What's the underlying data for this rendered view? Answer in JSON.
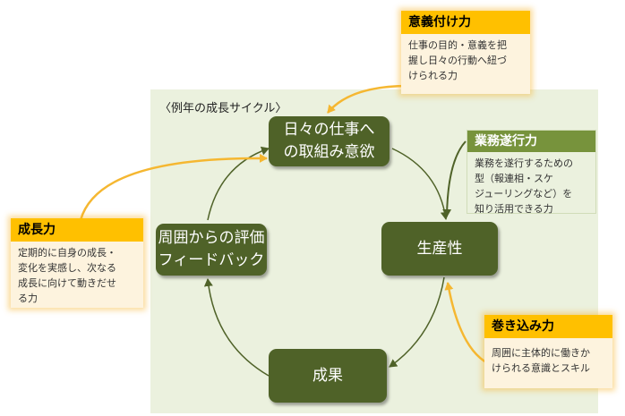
{
  "panel": {
    "title": "〈例年の成長サイクル〉"
  },
  "cycle": {
    "motivation": "日々の仕事へ\nの取組み意欲",
    "productivity": "生産性",
    "results": "成果",
    "feedback": "周囲からの評価\nフィードバック"
  },
  "callouts": {
    "meaning": {
      "title": "意義付け力",
      "body": "仕事の目的・意義を把\n握し日々の行動へ紐づ\nけられる力"
    },
    "execution": {
      "title": "業務遂行力",
      "body": "業務を遂行するための\n型（報連相・スケ\nジューリングなど）を\n知り活用できる力"
    },
    "growth": {
      "title": "成長力",
      "body": "定期的に自身の成長・\n変化を実感し、次なる\n成長に向けて動きだせ\nる力"
    },
    "involvement": {
      "title": "巻き込み力",
      "body": "周囲に主体的に働きか\nけられる意識とスキル"
    }
  },
  "colors": {
    "node": "#4f6228",
    "callout_header": "#ffc000",
    "green_header": "#77933c",
    "panel": "#ebf1de",
    "connector_orange": "#f5b731",
    "connector_green": "#4f6228"
  }
}
